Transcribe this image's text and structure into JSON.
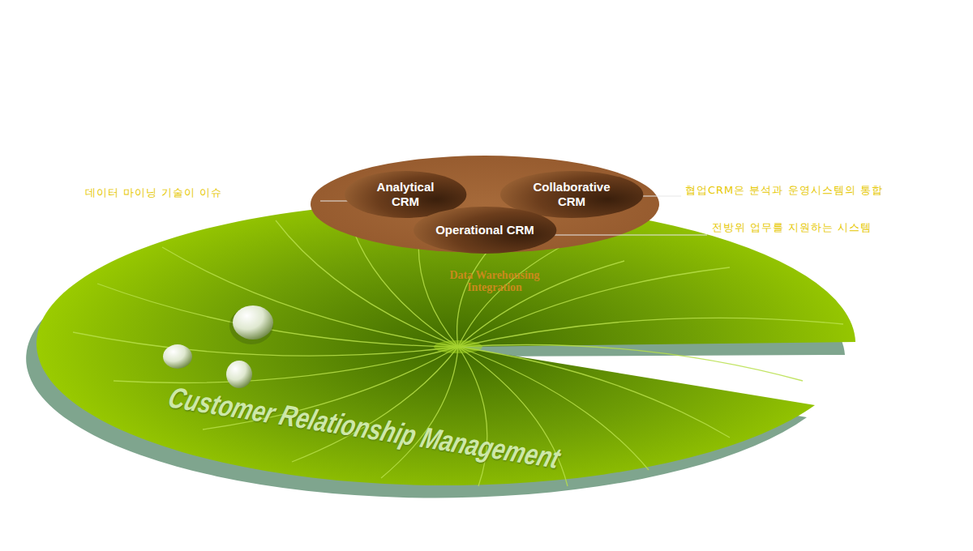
{
  "diagram": {
    "nodes": [
      {
        "text": [
          "Analytical CRM"
        ]
      },
      {
        "text": [
          "Collaborative CRM"
        ]
      },
      {
        "text": [
          "Operational CRM"
        ]
      }
    ],
    "labels": [
      "데이터 마이닝 기술이 이슈",
      "협업CRM은 분석과 운영시스템의 통합",
      "전방위 업무를 지원하는 시스템",
      "Data Warehousing Integration",
      "Customer Relationship Management"
    ]
  }
}
